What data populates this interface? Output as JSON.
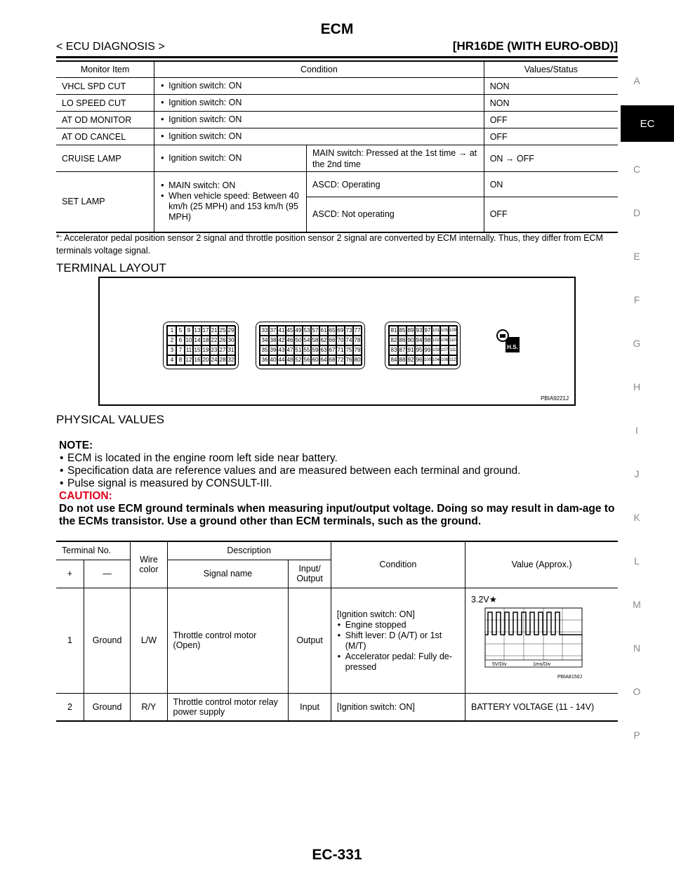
{
  "header": {
    "title": "ECM",
    "left": "< ECU DIAGNOSIS >",
    "right": "[HR16DE (WITH EURO-OBD)]"
  },
  "side_tabs": [
    "A",
    "C",
    "D",
    "E",
    "F",
    "G",
    "H",
    "I",
    "J",
    "K",
    "L",
    "M",
    "N",
    "O",
    "P"
  ],
  "active_tab": "EC",
  "monitor_table": {
    "headers": [
      "Monitor Item",
      "Condition",
      "Values/Status"
    ],
    "rows": [
      {
        "item": "VHCL SPD CUT",
        "cond": "Ignition switch: ON",
        "value": "NON"
      },
      {
        "item": "LO SPEED CUT",
        "cond": "Ignition switch: ON",
        "value": "NON"
      },
      {
        "item": "AT OD MONITOR",
        "cond": "Ignition switch: ON",
        "value": "OFF"
      },
      {
        "item": "AT OD CANCEL",
        "cond": "Ignition switch: ON",
        "value": "OFF"
      },
      {
        "item": "CRUISE LAMP",
        "cond": "Ignition switch: ON",
        "subcond": "MAIN switch: Pressed at the 1st time → at the 2nd time",
        "value": "ON → OFF"
      }
    ],
    "set_lamp": {
      "item": "SET LAMP",
      "cond": [
        "MAIN switch: ON",
        "When vehicle speed: Between 40 km/h (25 MPH) and 153 km/h (95 MPH)"
      ],
      "sub": [
        {
          "subcond": "ASCD: Operating",
          "value": "ON"
        },
        {
          "subcond": "ASCD: Not operating",
          "value": "OFF"
        }
      ]
    },
    "footnote": "*: Accelerator pedal position sensor 2 signal and throttle position sensor 2 signal are converted by ECM internally. Thus, they differ from ECM terminals voltage signal."
  },
  "terminal_layout": {
    "heading": "TERMINAL LAYOUT",
    "figure_code": "PBIA9221J",
    "connector1": [
      [
        1,
        5,
        9,
        13,
        17,
        21,
        25,
        29
      ],
      [
        2,
        6,
        10,
        14,
        18,
        22,
        26,
        30
      ],
      [
        3,
        7,
        11,
        15,
        19,
        23,
        27,
        31
      ],
      [
        4,
        8,
        12,
        16,
        20,
        24,
        28,
        32
      ]
    ],
    "connector2": [
      [
        33,
        37,
        41,
        45,
        49,
        53,
        57,
        61,
        65,
        69,
        73,
        77
      ],
      [
        34,
        38,
        42,
        46,
        50,
        54,
        58,
        62,
        66,
        70,
        74,
        78
      ],
      [
        35,
        39,
        43,
        47,
        51,
        55,
        59,
        63,
        67,
        71,
        75,
        79
      ],
      [
        36,
        40,
        44,
        48,
        52,
        56,
        60,
        64,
        68,
        72,
        76,
        80
      ]
    ],
    "connector3": [
      [
        81,
        85,
        89,
        93,
        97,
        101,
        105,
        109
      ],
      [
        82,
        86,
        90,
        94,
        98,
        102,
        106,
        110
      ],
      [
        83,
        87,
        91,
        95,
        99,
        103,
        107,
        111
      ],
      [
        84,
        88,
        92,
        96,
        100,
        104,
        108,
        112
      ]
    ],
    "icon_label": "H.S."
  },
  "physical_values": {
    "heading": "PHYSICAL VALUES",
    "note_title": "NOTE:",
    "notes": [
      "ECM is located in the engine room left side near battery.",
      "Specification data are reference values and are measured between each terminal and ground.",
      "Pulse signal is measured by CONSULT-III."
    ],
    "caution_title": "CAUTION:",
    "caution_text": "Do not use ECM ground terminals when measuring input/output voltage. Doing so may result in dam-age to the ECMs transistor. Use a ground other than ECM terminals, such as the ground."
  },
  "terminal_table": {
    "h_terminal": "Terminal No.",
    "h_plus": "+",
    "h_minus": "—",
    "h_wire": "Wire color",
    "h_desc": "Description",
    "h_signal": "Signal name",
    "h_io": "Input/ Output",
    "h_cond": "Condition",
    "h_value": "Value (Approx.)",
    "rows": [
      {
        "plus": "1",
        "minus": "Ground",
        "wire": "L/W",
        "signal": "Throttle control motor (Open)",
        "io": "Output",
        "cond_head": "[Ignition switch: ON]",
        "cond_items": [
          "Engine stopped",
          "Shift lever: D (A/T) or 1st (M/T)",
          "Accelerator pedal: Fully de-pressed"
        ],
        "value": "3.2V★",
        "scope_left": "5V/Div",
        "scope_right": "1ms/Div",
        "scope_code": "PBIA8150J"
      },
      {
        "plus": "2",
        "minus": "Ground",
        "wire": "R/Y",
        "signal": "Throttle control motor relay power supply",
        "io": "Input",
        "cond_head": "[Ignition switch: ON]",
        "value": "BATTERY VOLTAGE (11 - 14V)"
      }
    ]
  },
  "page_number": "EC-331"
}
